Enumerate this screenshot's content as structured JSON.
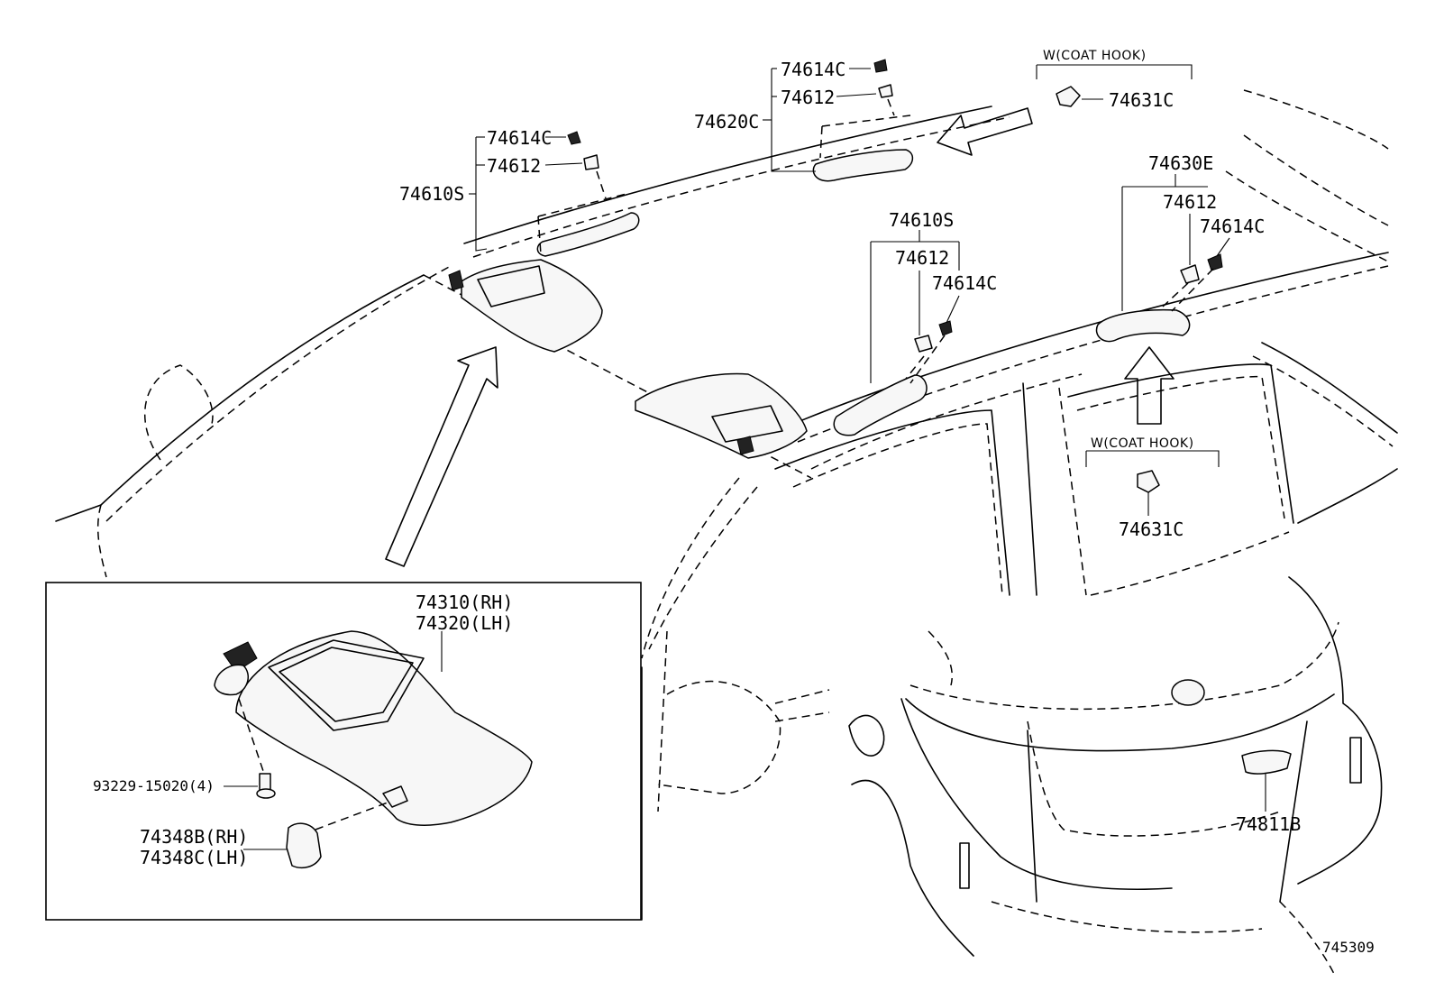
{
  "labels": {
    "roof_clip_a": "74614C",
    "roof_cap_a": "74612",
    "roof_grip_front": "74620C",
    "coat_hook_header_top": "W(COAT HOOK)",
    "coat_hook_top": "74631C",
    "front_grip_clip": "74614C",
    "front_grip_cap": "74612",
    "front_grip": "74610S",
    "mid_grip": "74610S",
    "mid_grip_cap": "74612",
    "mid_grip_clip": "74614C",
    "rear_grip": "74630E",
    "rear_grip_cap": "74612",
    "rear_grip_clip": "74614C",
    "coat_hook_header_mid": "W(COAT HOOK)",
    "coat_hook_mid": "74631C",
    "visor_rh": "74310(RH)",
    "visor_lh": "74320(LH)",
    "visor_screw": "93229-15020(4)",
    "visor_holder_rh": "74348B(RH)",
    "visor_holder_lh": "74348C(LH)",
    "back_door_grip": "74811B",
    "figure_number": "745309"
  }
}
